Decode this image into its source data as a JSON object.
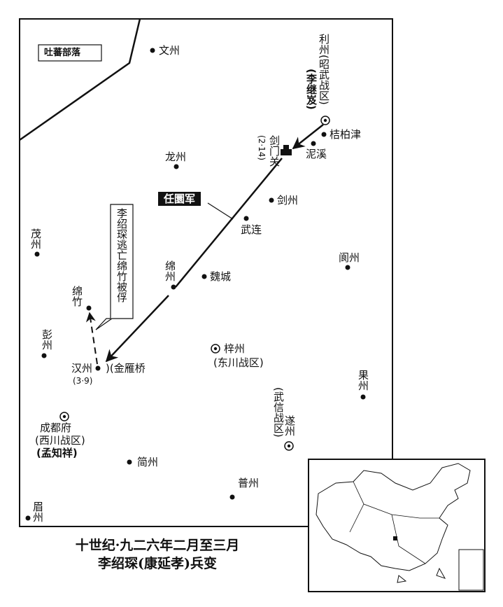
{
  "map": {
    "tribe_box": "吐蕃部落",
    "places": {
      "wenzhou": "文州",
      "lizhou": "利州(昭武战区)",
      "li_jiji": "(李继岌)",
      "jiebaijin": "桔柏津",
      "nixi": "泥溪",
      "jianmenguan": "剑门关",
      "jianmen_date": "(2·14)",
      "longzhou": "龙州",
      "jianzhou": "剑州",
      "wulian": "武连",
      "langzhou": "阆州",
      "maozhou": "茂州",
      "mianzhou": "绵州",
      "weicheng": "魏城",
      "mianzhu": "绵竹",
      "pengzhou": "彭州",
      "hanzhou": "汉州",
      "hanzhou_date": "(3·9)",
      "jinyanqiao": ")(金雁桥",
      "zizhou": "梓州",
      "dongchuan": "(东川战区)",
      "guozhou": "果州",
      "wuxin": "(武信战区)",
      "suizhou": "遂州",
      "chengdu": "成都府",
      "xichuan": "(西川战区)",
      "meng_zhixiang": "(孟知祥)",
      "jianzhou2": "简州",
      "puzhou": "普州",
      "meizhou": "眉州"
    },
    "army_label": "任圜军",
    "callout": "李绍琛逃亡绵竹被俘"
  },
  "title": {
    "line1": "十世纪·九二六年二月至三月",
    "line2": "李绍琛(康延孝)兵变"
  }
}
